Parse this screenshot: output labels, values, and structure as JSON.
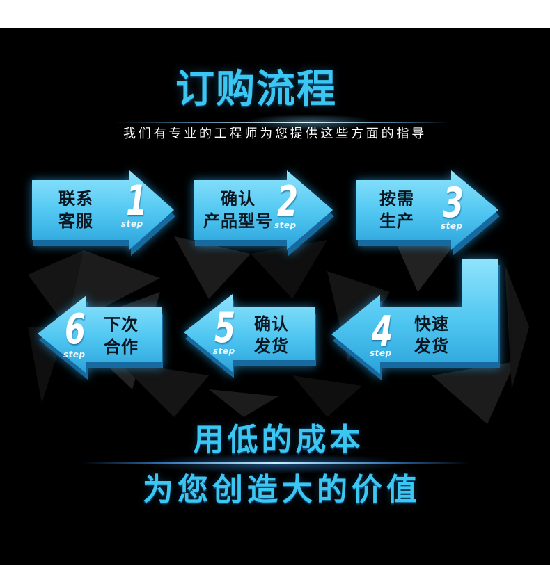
{
  "title": "订购流程",
  "subtitle": "我们有专业的工程师为您提供这些方面的指导",
  "steps": [
    {
      "number": "1",
      "step_label": "step",
      "lines": [
        "联系",
        "客服"
      ]
    },
    {
      "number": "2",
      "step_label": "step",
      "lines": [
        "确认",
        "产品型号"
      ]
    },
    {
      "number": "3",
      "step_label": "step",
      "lines": [
        "按需",
        "生产"
      ]
    },
    {
      "number": "4",
      "step_label": "step",
      "lines": [
        "快速",
        "发货"
      ]
    },
    {
      "number": "5",
      "step_label": "step",
      "lines": [
        "确认",
        "发货"
      ]
    },
    {
      "number": "6",
      "step_label": "step",
      "lines": [
        "下次",
        "合作"
      ]
    }
  ],
  "slogan": [
    "用低的成本",
    "为您创造大的价值"
  ],
  "colors": {
    "page": "#ffffff",
    "panel": "#000000",
    "accent": "#3cc6f2",
    "subtitle_text": "#ffffff",
    "arrow_light": "#8fe4fc",
    "arrow_mid": "#4fc6f1",
    "arrow_dark": "#2aa2d9",
    "arrow_edge": "#136aa0",
    "glow": "#2fb4ff",
    "step_text": "#0b1620",
    "number_text": "#ffffff"
  }
}
